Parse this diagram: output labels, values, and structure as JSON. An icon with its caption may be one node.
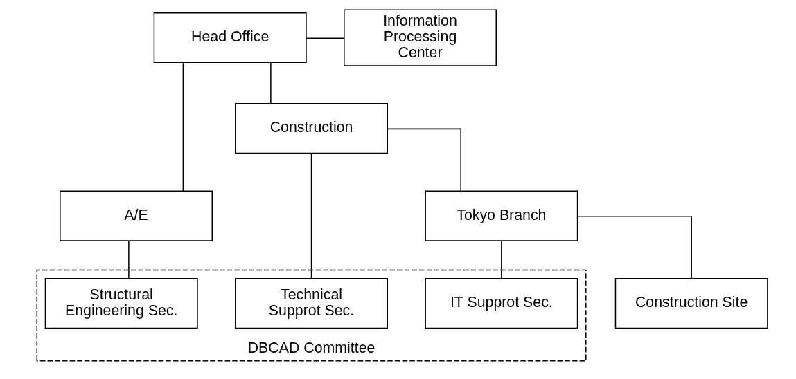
{
  "diagram": {
    "nodes": [
      {
        "text": [
          "Head Office"
        ]
      },
      {
        "text": [
          "Information Processing Center"
        ]
      },
      {
        "text": [
          "A/E"
        ]
      },
      {
        "text": [
          "Construction"
        ]
      },
      {
        "text": [
          "Tokyo Branch"
        ]
      },
      {
        "text": [
          "DBCAD Committee"
        ]
      },
      {
        "text": [
          "Structural Engineering Sec."
        ],
        "in": 5
      },
      {
        "text": [
          "Technical Supprot Sec."
        ],
        "in": 5
      },
      {
        "text": [
          "IT Supprot Sec."
        ],
        "in": 5
      },
      {
        "text": [
          "Construction Site"
        ]
      }
    ],
    "edges": [
      {
        "from": 0,
        "to": 1,
        "arrow": "none"
      },
      {
        "from": 0,
        "to": 2,
        "arrow": "none"
      },
      {
        "from": 0,
        "to": 3,
        "arrow": "none"
      },
      {
        "from": 2,
        "to": 6,
        "arrow": "none"
      },
      {
        "from": 3,
        "to": 7,
        "arrow": "none"
      },
      {
        "from": 3,
        "to": 4,
        "arrow": "none"
      },
      {
        "from": 4,
        "to": 8,
        "arrow": "none"
      },
      {
        "from": 4,
        "to": 9,
        "arrow": "none"
      }
    ]
  }
}
